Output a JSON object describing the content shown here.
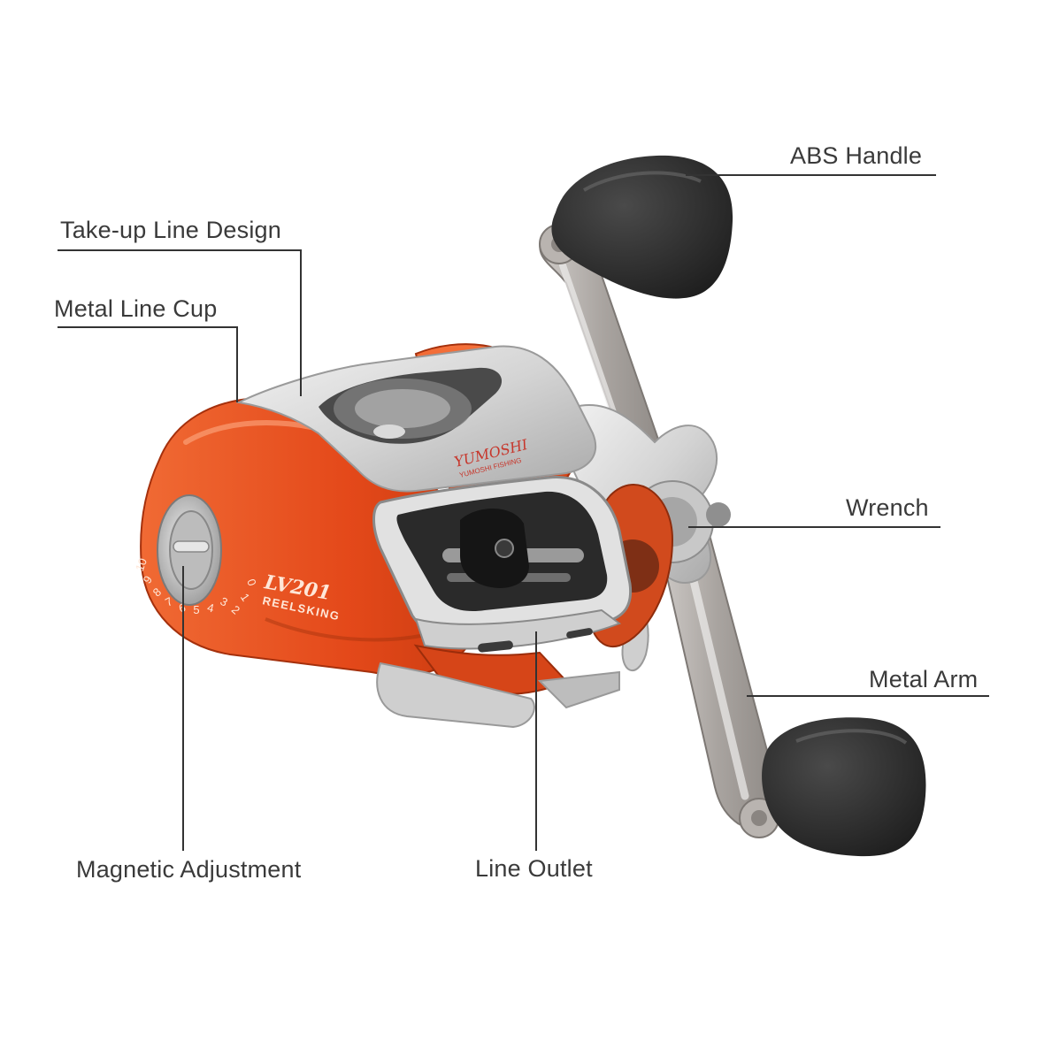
{
  "callouts": {
    "abs_handle": "ABS Handle",
    "take_up_line_design": "Take-up Line Design",
    "metal_line_cup": "Metal Line Cup",
    "wrench": "Wrench",
    "metal_arm": "Metal Arm",
    "magnetic_adjustment": "Magnetic Adjustment",
    "line_outlet": "Line Outlet"
  },
  "reel_markings": {
    "brand": "YUMOSHI",
    "brand_sub": "YUMOSHI FISHING",
    "model": "LV201",
    "series": "REELSKING",
    "dial": [
      "10",
      "9",
      "8",
      "7",
      "6",
      "5",
      "4",
      "3",
      "2",
      "1",
      "0"
    ]
  },
  "colors": {
    "body_orange": "#e8501e",
    "body_orange_dark": "#b8340e",
    "silver": "#d9d9d9",
    "knob_black": "#2a2a2a",
    "leader_line": "#333333",
    "label_text": "#3a3a3a"
  }
}
